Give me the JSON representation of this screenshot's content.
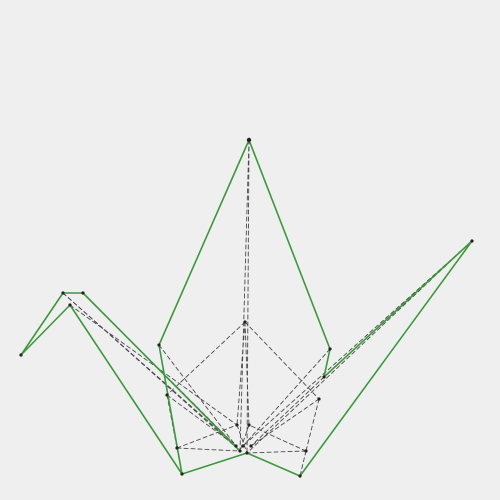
{
  "title": "",
  "colors": {
    "background": "#efefef",
    "outline_edge": "#3a9a3a",
    "fold_edge": "#4a4a4a",
    "vertex": "#222222"
  },
  "line_styles": {
    "outline": "solid",
    "folds": "dashed"
  },
  "vertex_count": 23,
  "outline_count": 14,
  "fold_count": 27
}
